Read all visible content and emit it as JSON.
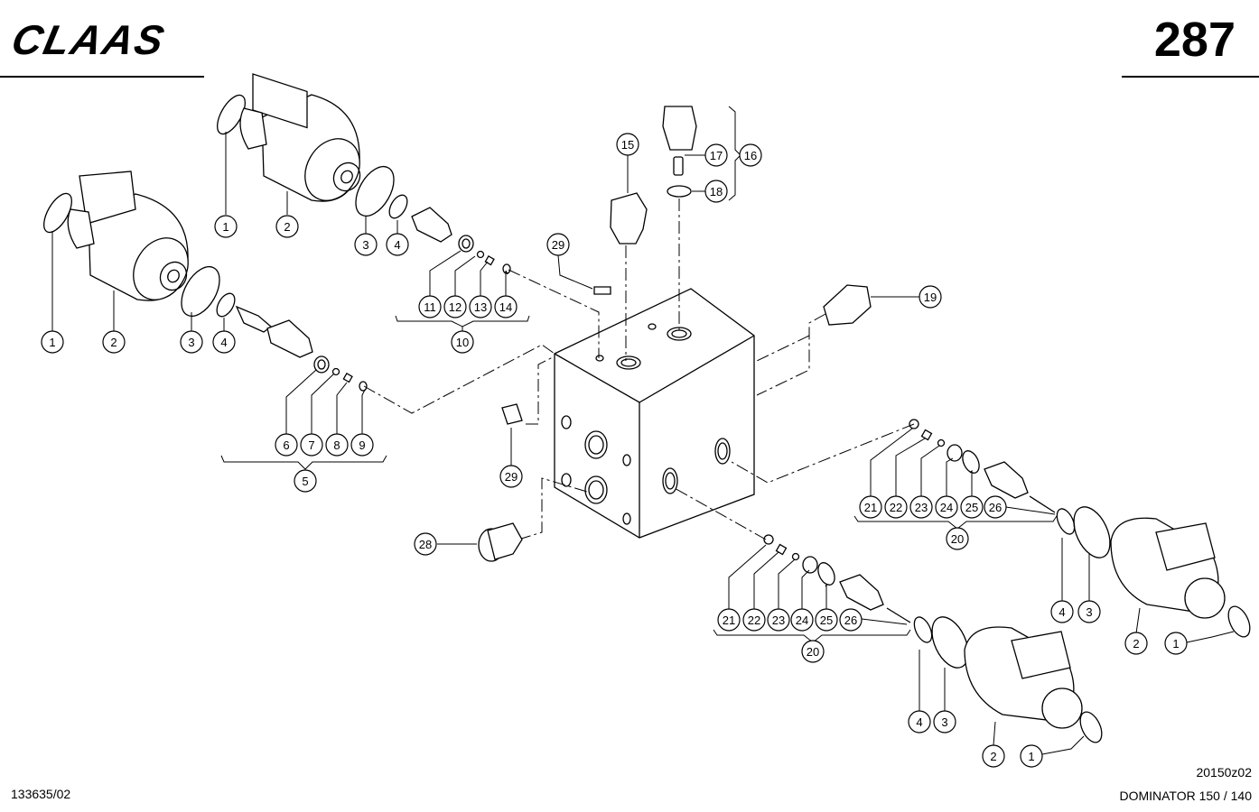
{
  "header": {
    "brand": "CLAAS",
    "page_number": "287"
  },
  "footer": {
    "drawing_ref": "133635/02",
    "part_ref": "20150z02",
    "model": "DOMINATOR 150 / 140"
  },
  "callouts": {
    "c1a": "1",
    "c2a": "2",
    "c3a": "3",
    "c4a": "4",
    "c1b": "1",
    "c2b": "2",
    "c3b": "3",
    "c4b": "4",
    "c5": "5",
    "c6": "6",
    "c7": "7",
    "c8": "8",
    "c9": "9",
    "c10": "10",
    "c11": "11",
    "c12": "12",
    "c13": "13",
    "c14": "14",
    "c15": "15",
    "c16": "16",
    "c17": "17",
    "c18": "18",
    "c19": "19",
    "c20a": "20",
    "c20b": "20",
    "c21a": "21",
    "c22a": "22",
    "c23a": "23",
    "c24a": "24",
    "c25a": "25",
    "c26a": "26",
    "c21b": "21",
    "c22b": "22",
    "c23b": "23",
    "c24b": "24",
    "c25b": "25",
    "c26b": "26",
    "c4c": "4",
    "c3c": "3",
    "c2c": "2",
    "c1c": "1",
    "c4d": "4",
    "c3d": "3",
    "c2d": "2",
    "c1d": "1",
    "c28": "28",
    "c29a": "29",
    "c29b": "29"
  }
}
